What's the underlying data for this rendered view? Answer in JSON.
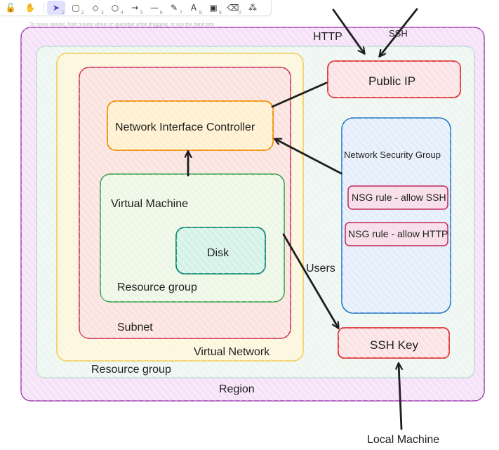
{
  "toolbar": {
    "tools": [
      {
        "name": "lock-icon",
        "glyph": "🔓",
        "num": ""
      },
      {
        "name": "hand-icon",
        "glyph": "✋",
        "num": ""
      },
      {
        "name": "selection-icon",
        "glyph": "➤",
        "num": "1"
      },
      {
        "name": "rectangle-icon",
        "glyph": "▢",
        "num": "2"
      },
      {
        "name": "diamond-icon",
        "glyph": "◇",
        "num": "3"
      },
      {
        "name": "ellipse-icon",
        "glyph": "○",
        "num": "4"
      },
      {
        "name": "arrow-icon",
        "glyph": "→",
        "num": "5"
      },
      {
        "name": "line-icon",
        "glyph": "—",
        "num": "6"
      },
      {
        "name": "draw-icon",
        "glyph": "✎",
        "num": "7"
      },
      {
        "name": "text-icon",
        "glyph": "A",
        "num": "8"
      },
      {
        "name": "image-icon",
        "glyph": "▣",
        "num": "9"
      },
      {
        "name": "eraser-icon",
        "glyph": "⌫",
        "num": "0"
      },
      {
        "name": "extra-tools-icon",
        "glyph": "⁂",
        "num": ""
      }
    ],
    "active_tool": "selection-icon",
    "hint": "To move canvas, hold mouse wheel or spacebar while dragging, or use the hand tool"
  },
  "labels": {
    "region": "Region",
    "resource_group_outer": "Resource group",
    "virtual_network": "Virtual Network",
    "subnet": "Subnet",
    "nic": "Network Interface Controller",
    "virtual_machine": "Virtual Machine",
    "disk": "Disk",
    "resource_group_inner": "Resource group",
    "public_ip": "Public IP",
    "nsg": "Network Security Group",
    "nsg_rule_ssh": "NSG rule - allow SSH",
    "nsg_rule_http": "NSG rule - allow HTTP",
    "ssh_key": "SSH Key",
    "users": "Users",
    "http": "HTTP",
    "ssh": "SSH",
    "local_machine": "Local Machine"
  },
  "colors": {
    "region": "#a23fb4",
    "region_fill": "#f6e2f8",
    "resource_group": "#b9dcd0",
    "resource_group_fill": "#eef6f2",
    "virtual_network": "#f2c94c",
    "virtual_network_fill": "#fcf6dc",
    "subnet": "#c92a5a",
    "subnet_fill": "#fbe3df",
    "nic": "#f08c00",
    "nic_fill": "#fff0cf",
    "virtual_machine": "#2f9e44",
    "virtual_machine_fill": "#eef7e6",
    "disk": "#0c8b74",
    "disk_fill": "#d5f2e8",
    "public_ip": "#e03131",
    "public_ip_fill": "#fbe3e5",
    "nsg": "#1971c2",
    "nsg_fill": "#e4eefb",
    "nsg_rule": "#c2255c",
    "nsg_rule_fill": "#f8e0ea",
    "ssh_key": "#e03131",
    "ssh_key_fill": "#fbe3e5",
    "arrow": "#1e1e1e",
    "text": "#1e1e1e"
  }
}
